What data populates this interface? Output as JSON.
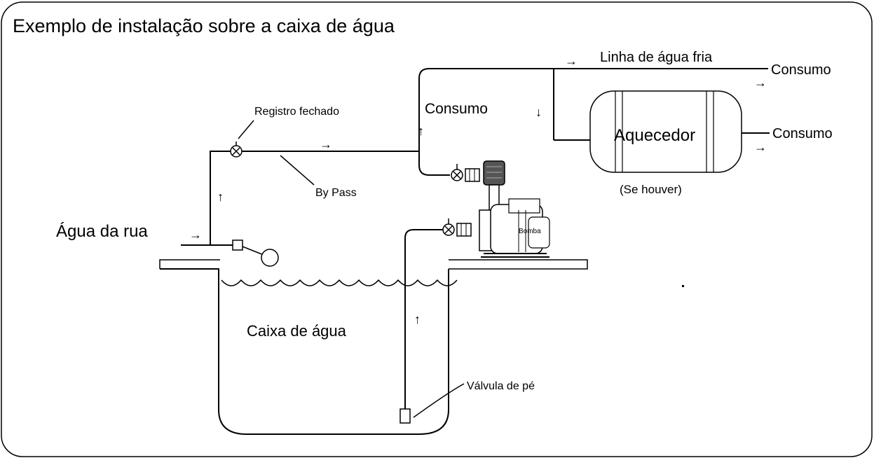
{
  "diagram": {
    "title": "Exemplo de instalação sobre a caixa de água",
    "labels": {
      "agua_da_rua": "Água da rua",
      "registro_fechado": "Registro fechado",
      "by_pass": "By Pass",
      "consumo_left": "Consumo",
      "linha_agua_fria": "Linha de água fria",
      "consumo_top": "Consumo",
      "aquecedor": "Aquecedor",
      "consumo_heater": "Consumo",
      "se_houver": "(Se houver)",
      "bomba": "Bomba",
      "caixa_de_agua": "Caixa de água",
      "valvula_de_pe": "Válvula de pé"
    },
    "arrow_glyphs": {
      "right": "→",
      "up": "↑",
      "down": "↓"
    }
  }
}
